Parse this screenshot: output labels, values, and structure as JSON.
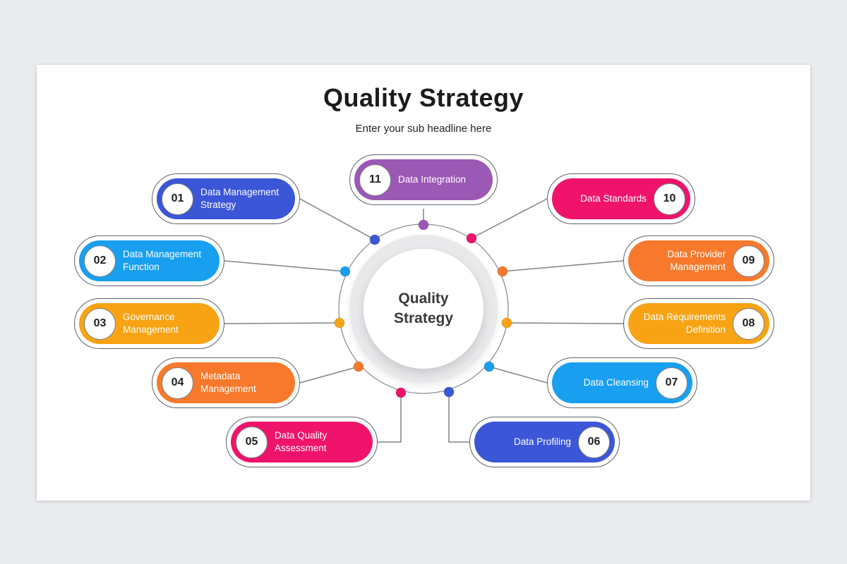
{
  "slide": {
    "title": "Quality Strategy",
    "subtitle": "Enter your sub headline here",
    "center_label": "Quality Strategy"
  },
  "items": [
    {
      "number": "01",
      "label": "Data Management Strategy",
      "color": "#3c56d8",
      "side": "left"
    },
    {
      "number": "02",
      "label": "Data Management Function",
      "color": "#189ff0",
      "side": "left"
    },
    {
      "number": "03",
      "label": "Governance Management",
      "color": "#f8a313",
      "side": "left"
    },
    {
      "number": "04",
      "label": "Metadata Management",
      "color": "#f8792b",
      "side": "left"
    },
    {
      "number": "05",
      "label": "Data Quality Assessment",
      "color": "#f0136b",
      "side": "left"
    },
    {
      "number": "06",
      "label": "Data Profiling",
      "color": "#3c56d8",
      "side": "right"
    },
    {
      "number": "07",
      "label": "Data Cleansing",
      "color": "#189ff0",
      "side": "right"
    },
    {
      "number": "08",
      "label": "Data Requirements Definition",
      "color": "#f8a313",
      "side": "right"
    },
    {
      "number": "09",
      "label": "Data Provider Management",
      "color": "#f8792b",
      "side": "right"
    },
    {
      "number": "10",
      "label": "Data Standards",
      "color": "#f0136b",
      "side": "right"
    },
    {
      "number": "11",
      "label": "Data Integration",
      "color": "#9b58b5",
      "side": "top"
    }
  ],
  "line_color": "#7e838a"
}
